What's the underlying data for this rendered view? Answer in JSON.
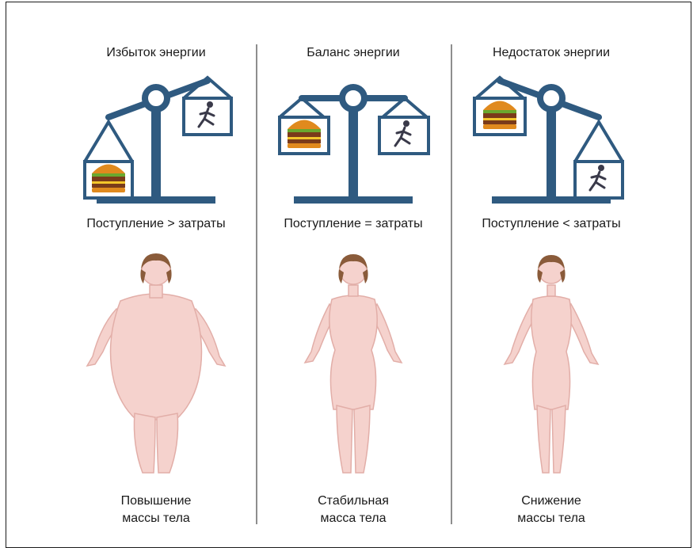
{
  "columns": [
    {
      "id": "surplus",
      "title": "Избыток энергии",
      "relation": "Поступление > затраты",
      "result_line1": "Повышение",
      "result_line2": "массы тела",
      "tilt": "left-down",
      "build": "heavy"
    },
    {
      "id": "balance",
      "title": "Баланс энергии",
      "relation": "Поступление = затраты",
      "result_line1": "Стабильная",
      "result_line2": "масса тела",
      "tilt": "level",
      "build": "normal"
    },
    {
      "id": "deficit",
      "title": "Недостаток энергии",
      "relation": "Поступление < затраты",
      "result_line1": "Снижение",
      "result_line2": "массы тела",
      "tilt": "right-down",
      "build": "thin"
    }
  ],
  "colors": {
    "scale": "#2f5a80",
    "skin": "#f5d2cd",
    "skin_outline": "#e2aea8",
    "hair": "#8a5b3a",
    "divider": "#8e8e8e"
  },
  "icons": {
    "food": "burger-icon",
    "activity": "runner-icon"
  }
}
